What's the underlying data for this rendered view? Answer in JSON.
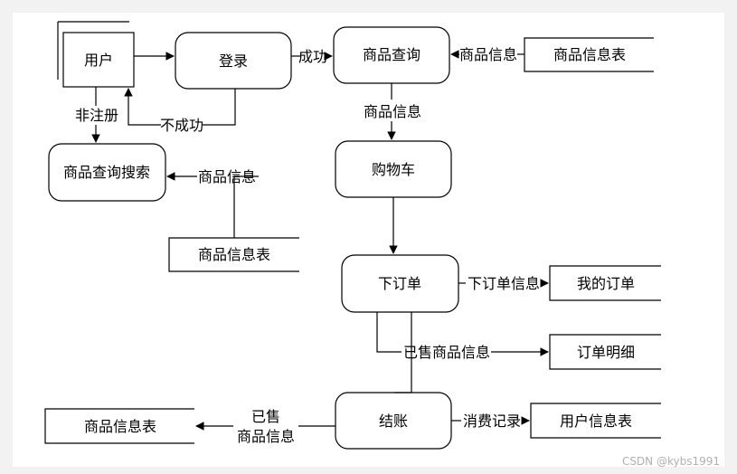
{
  "diagram": {
    "entities": {
      "user": "用户"
    },
    "processes": {
      "login": "登录",
      "product_query": "商品查询",
      "product_search": "商品查询搜索",
      "cart": "购物车",
      "place_order": "下订单",
      "checkout": "结账"
    },
    "stores": {
      "product_info_table_top": "商品信息表",
      "product_info_table_mid": "商品信息表",
      "my_orders": "我的订单",
      "order_details": "订单明细",
      "user_info_table": "用户信息表",
      "product_info_table_bottom": "商品信息表"
    },
    "flows": {
      "success": "成功",
      "failure": "不成功",
      "unregistered": "非注册",
      "product_info_1": "商品信息",
      "product_info_2": "商品信息",
      "product_info_3": "商品信息",
      "order_info": "下订单信息",
      "sold_product_info": "已售商品信息",
      "consumption_record": "消费记录",
      "sold_line1": "已售",
      "sold_line2": "商品信息"
    }
  },
  "watermark": "CSDN @kybs1991"
}
